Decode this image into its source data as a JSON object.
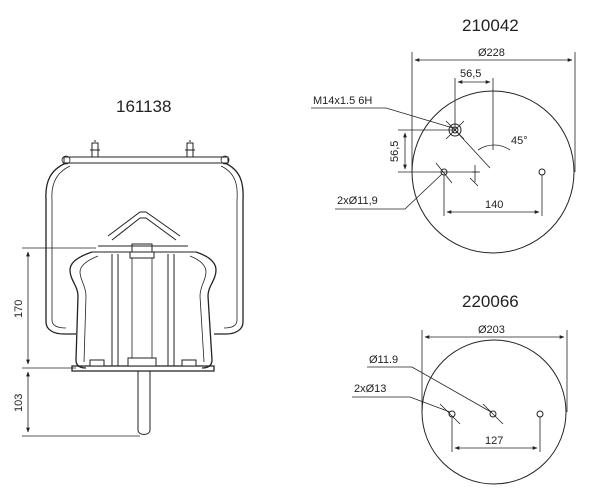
{
  "left_view": {
    "part_number": "161138",
    "dims": {
      "height_bellow": "170",
      "height_piston": "103"
    }
  },
  "top_plate": {
    "part_number": "210042",
    "dims": {
      "diameter": "Ø228",
      "offset_x": "56,5",
      "offset_y": "56,5",
      "thread": "M14x1.5 6H",
      "angle": "45°",
      "holes": "2xØ11,9",
      "spacing": "140"
    }
  },
  "bottom_plate": {
    "part_number": "220066",
    "dims": {
      "diameter": "Ø203",
      "hole_center": "Ø11.9",
      "holes": "2xØ13",
      "spacing": "127"
    }
  }
}
